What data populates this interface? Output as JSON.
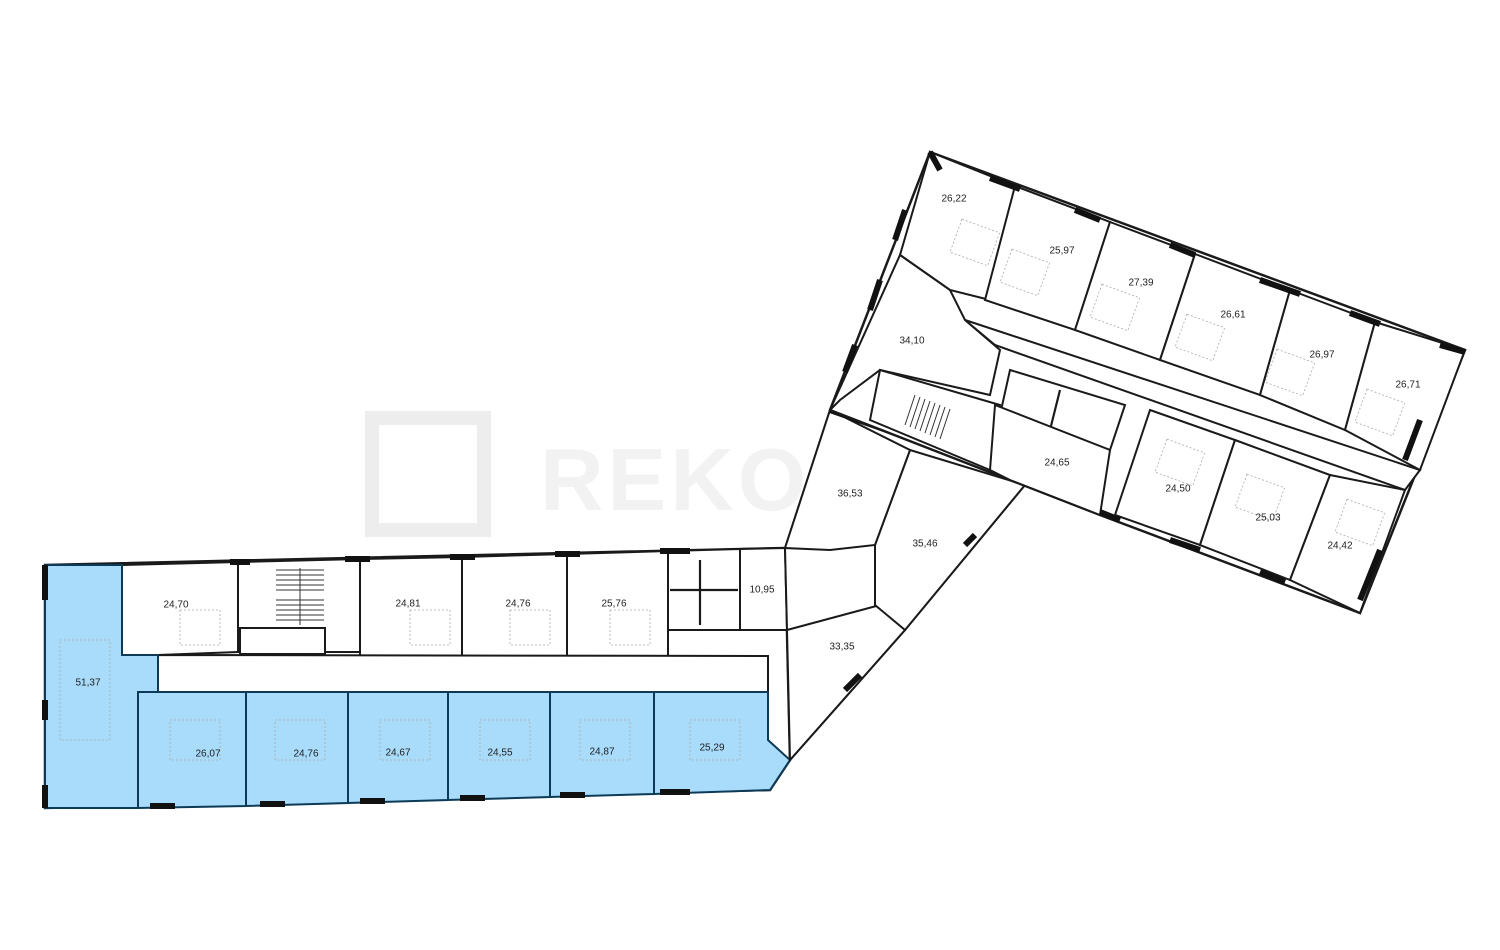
{
  "watermark": {
    "text": "REKORD"
  },
  "colors": {
    "available": "#a8dcfa",
    "unavailable": "#ffffff",
    "wall": "#1a1a1a"
  },
  "units": {
    "u1": {
      "area": "51,37",
      "status": "available"
    },
    "u2": {
      "area": "26,07",
      "status": "available"
    },
    "u3": {
      "area": "24,76",
      "status": "available"
    },
    "u4": {
      "area": "24,67",
      "status": "available"
    },
    "u5": {
      "area": "24,55",
      "status": "available"
    },
    "u6": {
      "area": "24,87",
      "status": "available"
    },
    "u7": {
      "area": "25,29",
      "status": "available"
    },
    "u8": {
      "area": "24,70",
      "status": "unavailable"
    },
    "u9": {
      "area": "24,81",
      "status": "unavailable"
    },
    "u10": {
      "area": "24,76",
      "status": "unavailable"
    },
    "u11": {
      "area": "25,76",
      "status": "unavailable"
    },
    "u12": {
      "area": "10,95",
      "status": "unavailable"
    },
    "u13": {
      "area": "33,35",
      "status": "unavailable"
    },
    "u14": {
      "area": "35,46",
      "status": "unavailable"
    },
    "u15": {
      "area": "36,53",
      "status": "unavailable"
    },
    "u16": {
      "area": "34,10",
      "status": "unavailable"
    },
    "u17": {
      "area": "24,65",
      "status": "unavailable"
    },
    "u18": {
      "area": "26,22",
      "status": "unavailable"
    },
    "u19": {
      "area": "25,97",
      "status": "unavailable"
    },
    "u20": {
      "area": "27,39",
      "status": "unavailable"
    },
    "u21": {
      "area": "26,61",
      "status": "unavailable"
    },
    "u22": {
      "area": "26,97",
      "status": "unavailable"
    },
    "u23": {
      "area": "26,71",
      "status": "unavailable"
    },
    "u24": {
      "area": "24,50",
      "status": "unavailable"
    },
    "u25": {
      "area": "25,03",
      "status": "unavailable"
    },
    "u26": {
      "area": "24,42",
      "status": "unavailable"
    }
  }
}
